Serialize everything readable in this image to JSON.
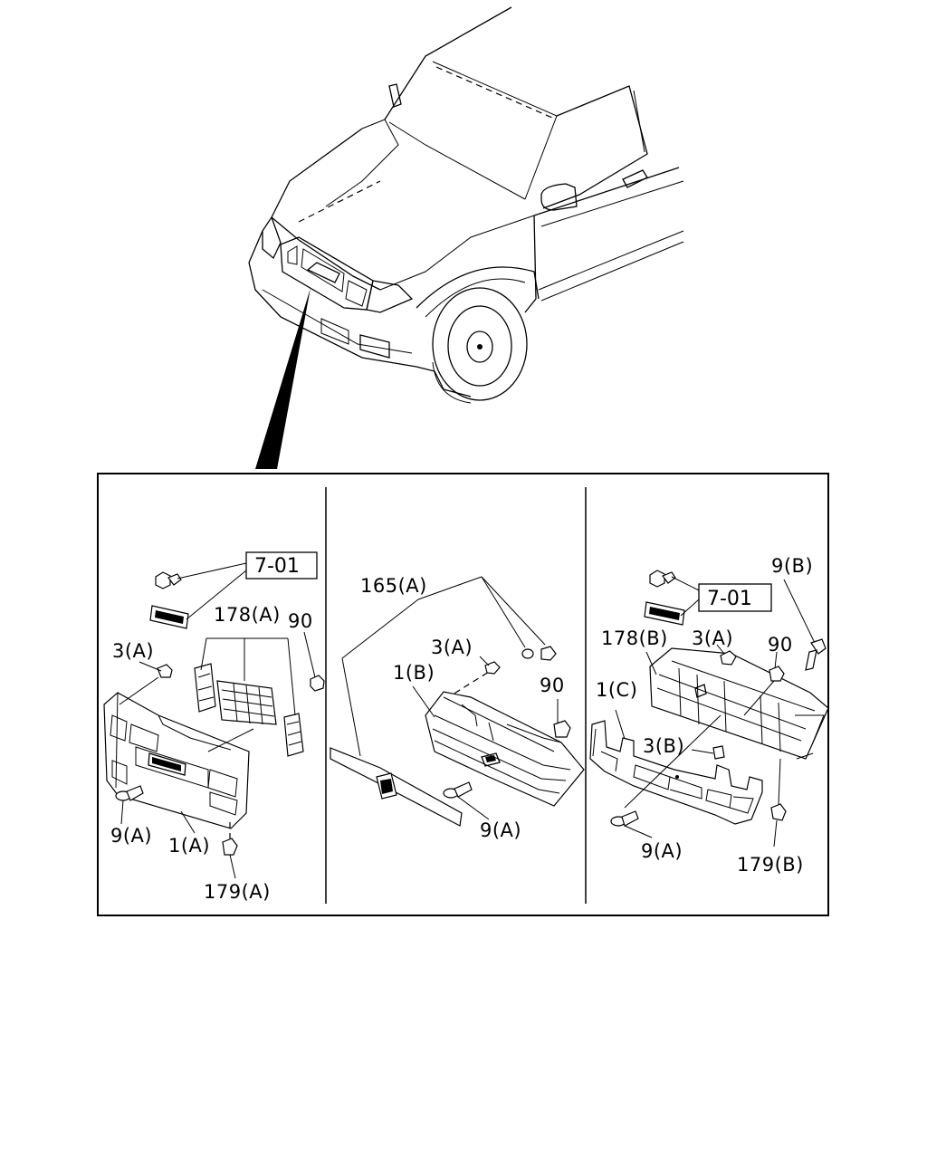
{
  "labels": {
    "panel1": {
      "ref": "7-01",
      "p178a": "178(A)",
      "p90": "90",
      "p3a": "3(A)",
      "p9a": "9(A)",
      "p1a": "1(A)",
      "p179a": "179(A)"
    },
    "panel2": {
      "p165a": "165(A)",
      "p3a": "3(A)",
      "p1b": "1(B)",
      "p90": "90",
      "p9a": "9(A)"
    },
    "panel3": {
      "p9b": "9(B)",
      "ref": "7-01",
      "p178b": "178(B)",
      "p3a": "3(A)",
      "p90": "90",
      "p1c": "1(C)",
      "p3b": "3(B)",
      "p9a": "9(A)",
      "p179b": "179(B)"
    }
  }
}
